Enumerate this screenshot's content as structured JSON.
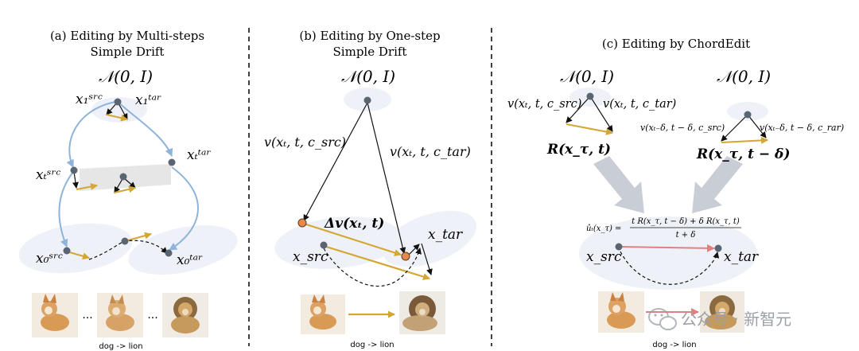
{
  "panels": {
    "a": {
      "title_line1": "(a) Editing by Multi-steps",
      "title_line2": "Simple Drift",
      "noise": "𝒩(0, I)",
      "x1src": "x₁ˢʳᶜ",
      "x1tar": "x₁ᵗᵃʳ",
      "xtsrc": "xₜˢʳᶜ",
      "xttar": "xₜᵗᵃʳ",
      "x0src": "x₀ˢʳᶜ",
      "x0tar": "x₀ᵗᵃʳ",
      "ellipsis": "...",
      "caption": "dog -> lion"
    },
    "b": {
      "title_line1": "(b) Editing by One-step",
      "title_line2": "Simple Drift",
      "noise": "𝒩(0, I)",
      "v_src": "v(xₜ, t, c_src)",
      "v_tar": "v(xₜ, t, c_tar)",
      "delta_v": "Δv(xₜ, t)",
      "x_src": "x_src",
      "x_tar": "x_tar",
      "caption": "dog -> lion"
    },
    "c": {
      "title": "(c) Editing by ChordEdit",
      "noise_left": "𝒩(0, I)",
      "noise_right": "𝒩(0, I)",
      "v_src_left": "v(xₜ, t, c_src)",
      "v_tar_left": "v(xₜ, t, c_tar)",
      "v_src_right": "v(xₜ₋δ, t − δ, c_src)",
      "v_tar_right": "v(xₜ₋δ, t − δ, c_rar)",
      "R_left": "R(x_τ, t)",
      "R_right": "R(x_τ, t − δ)",
      "formula_lhs": "ûₜ(x_τ) =",
      "formula_num": "t R(x_τ, t − δ) + δ R(x_τ, t)",
      "formula_den": "t + δ",
      "x_src": "x_src",
      "x_tar": "x_tar",
      "caption": "dog -> lion"
    }
  },
  "watermark": "公众号 · 新智元",
  "colors": {
    "arrow_gold": "#d4a634",
    "curve_blue": "#8fb3d9",
    "arrow_red": "#e08080",
    "node_gray": "#5a6573",
    "node_orange": "#e8894a",
    "blob": "#eef2f8",
    "band": "#e6e6e6",
    "big_arrow": "#c9ced6"
  }
}
